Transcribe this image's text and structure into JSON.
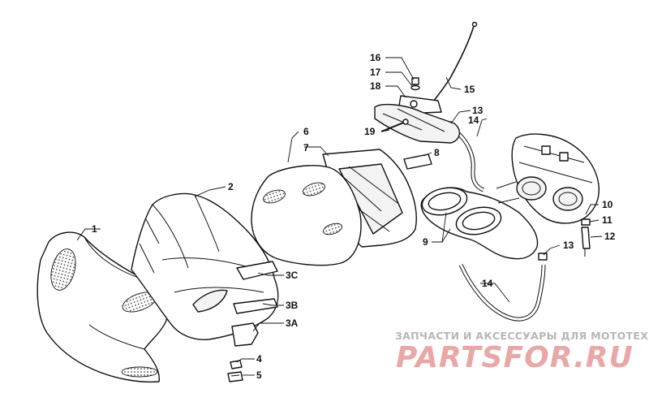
{
  "callouts": {
    "c1": "1",
    "c2": "2",
    "c3a": "3A",
    "c3b": "3B",
    "c3c": "3C",
    "c4": "4",
    "c5": "5",
    "c6": "6",
    "c7": "7",
    "c8": "8",
    "c9": "9",
    "c10": "10",
    "c11": "11",
    "c12": "12",
    "c13a": "13",
    "c13b": "13",
    "c14a": "14",
    "c14b": "14",
    "c15": "15",
    "c16": "16",
    "c17": "17",
    "c18": "18",
    "c19": "19"
  },
  "watermark": {
    "subtitle": "ЗАПЧАСТИ И АКСЕССУАРЫ ДЛЯ МОТОТЕХНИКИ",
    "logo": "PARTSFOR.RU",
    "logo_color": "#e9a7a7",
    "subtitle_color": "#b7b7b7"
  }
}
